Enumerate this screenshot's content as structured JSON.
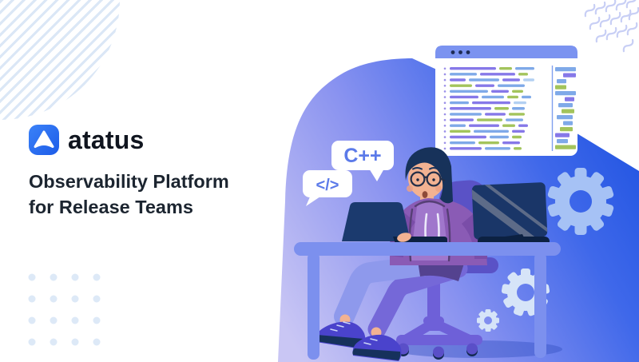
{
  "brand": {
    "name": "atatus"
  },
  "headline": {
    "line1": "Observability Platform",
    "line2": "for Release Teams"
  },
  "speech_bubbles": {
    "cpp": "C++",
    "code": "</>"
  },
  "palette": {
    "logo_start": "#3b82f8",
    "logo_end": "#1d5ce8",
    "heading_color": "#1c2530",
    "brand_color": "#10151f",
    "blob_light": "#c9c6f4",
    "blob_mid": "#8a93f0",
    "blob_blue": "#3f68ea",
    "blob_deep": "#1c51e0",
    "bubble_text": "#5b7ae9",
    "bubble_bg": "#ffffff",
    "editor_header": "#7b93f0",
    "header_dot": "#1d2b55",
    "editor_bg": "#ffffff",
    "line_dot": "#9b8fe8",
    "divider": "#7fa0ee",
    "code": {
      "P": "#8678e8",
      "G": "#a3c45c",
      "B": "#7fa9e8",
      "L": "#b3d0f2"
    },
    "gear_light": "#a6c2f5",
    "gear_pale": "#d6e4f8",
    "desk": "#7c90ee",
    "shadow": "#3552c4",
    "monitor": "#1a3668",
    "monitor_stripe": "#5d6b88",
    "dark_navy": "#0c2142",
    "laptop": "#1b3a6e",
    "chair": "#5a52c6",
    "chair_base": "#6e60d8",
    "wheel": "#5a4fc8",
    "wheel_dark": "#142a52",
    "hoodie": "#8a5bb5",
    "hoodie_dark": "#7a4da8",
    "hoodie_light": "#a077cc",
    "hem": "#54428f",
    "string": "#ece9fa",
    "pants_front": "#8e99ec",
    "pants_back": "#7568d8",
    "shoe": "#4a43cc",
    "sole": "#16315c",
    "skin": "#f2b292",
    "hair": "#17325a",
    "blush": "#edA083",
    "mouth": "#8e4a38",
    "stripes": "#dbe7f6",
    "waves": "#c8cff5",
    "dots": "#dde9f7"
  },
  "editor": {
    "lines": [
      [
        [
          "P",
          58
        ],
        [
          "G",
          16
        ],
        [
          "B",
          24
        ]
      ],
      [
        [
          "B",
          34
        ],
        [
          "P",
          44
        ],
        [
          "G",
          12
        ]
      ],
      [
        [
          "P",
          20
        ],
        [
          "B",
          38
        ],
        [
          "P",
          22
        ],
        [
          "L",
          14
        ]
      ],
      [
        [
          "G",
          28
        ],
        [
          "P",
          24
        ],
        [
          "B",
          34
        ]
      ],
      [
        [
          "B",
          48
        ],
        [
          "P",
          22
        ],
        [
          "G",
          14
        ]
      ],
      [
        [
          "P",
          36
        ],
        [
          "B",
          28
        ],
        [
          "G",
          14
        ],
        [
          "B",
          12
        ]
      ],
      [
        [
          "B",
          24
        ],
        [
          "P",
          48
        ],
        [
          "L",
          16
        ]
      ],
      [
        [
          "P",
          52
        ],
        [
          "G",
          18
        ],
        [
          "B",
          16
        ]
      ],
      [
        [
          "B",
          40
        ],
        [
          "P",
          26
        ],
        [
          "G",
          20
        ]
      ],
      [
        [
          "P",
          30
        ],
        [
          "G",
          32
        ],
        [
          "B",
          22
        ]
      ],
      [
        [
          "B",
          20
        ],
        [
          "P",
          38
        ],
        [
          "G",
          16
        ],
        [
          "P",
          12
        ]
      ],
      [
        [
          "G",
          26
        ],
        [
          "B",
          44
        ],
        [
          "P",
          16
        ]
      ],
      [
        [
          "P",
          46
        ],
        [
          "B",
          24
        ],
        [
          "G",
          12
        ]
      ],
      [
        [
          "B",
          32
        ],
        [
          "G",
          26
        ],
        [
          "P",
          22
        ]
      ],
      [
        [
          "P",
          40
        ],
        [
          "B",
          32
        ],
        [
          "G",
          10
        ]
      ]
    ],
    "minimap": [
      [
        0,
        26,
        "B"
      ],
      [
        10,
        16,
        "P"
      ],
      [
        2,
        12,
        "B"
      ],
      [
        0,
        14,
        "G"
      ],
      [
        0,
        26,
        "B"
      ],
      [
        12,
        12,
        "P"
      ],
      [
        4,
        18,
        "B"
      ],
      [
        8,
        16,
        "G"
      ],
      [
        2,
        20,
        "B"
      ],
      [
        10,
        12,
        "B"
      ],
      [
        6,
        16,
        "G"
      ],
      [
        0,
        18,
        "P"
      ],
      [
        2,
        14,
        "B"
      ],
      [
        0,
        26,
        "G"
      ]
    ]
  }
}
